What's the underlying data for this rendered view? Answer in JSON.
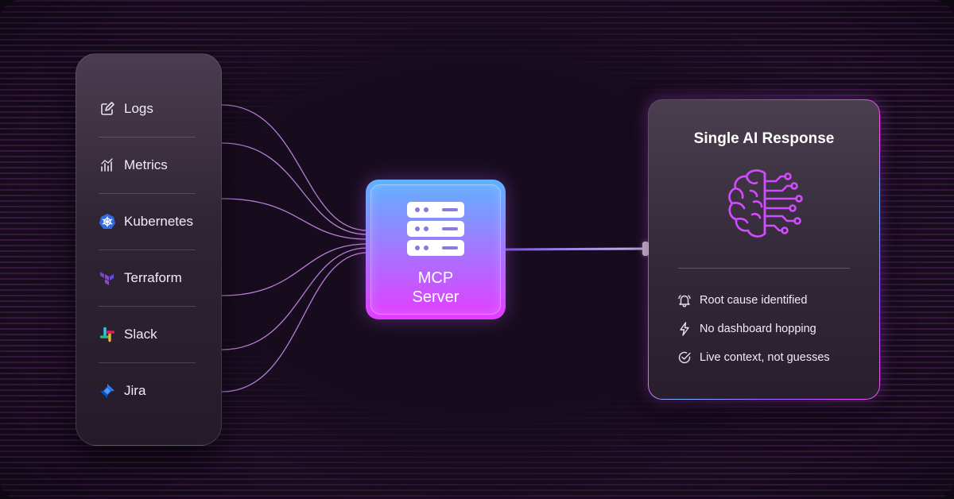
{
  "sources": {
    "items": [
      {
        "label": "Logs",
        "icon": "edit-log-icon"
      },
      {
        "label": "Metrics",
        "icon": "metrics-chart-icon"
      },
      {
        "label": "Kubernetes",
        "icon": "kubernetes-icon"
      },
      {
        "label": "Terraform",
        "icon": "terraform-icon"
      },
      {
        "label": "Slack",
        "icon": "slack-icon"
      },
      {
        "label": "Jira",
        "icon": "jira-icon"
      }
    ]
  },
  "hub": {
    "line1": "MCP",
    "line2": "Server",
    "icon": "server-stack-icon"
  },
  "response": {
    "title": "Single AI Response",
    "icon": "ai-brain-circuit-icon",
    "outcomes": [
      {
        "label": "Root cause identified",
        "icon": "bell-icon"
      },
      {
        "label": "No dashboard hopping",
        "icon": "lightning-icon"
      },
      {
        "label": "Live context, not guesses",
        "icon": "check-circle-icon"
      }
    ]
  },
  "colors": {
    "background": "#170c1d",
    "stripes": "#963caa",
    "hub_gradient_top": "#5fb3ff",
    "hub_gradient_bottom": "#e43cff",
    "wire": "#c98ae8",
    "brain": "#d24cff"
  }
}
